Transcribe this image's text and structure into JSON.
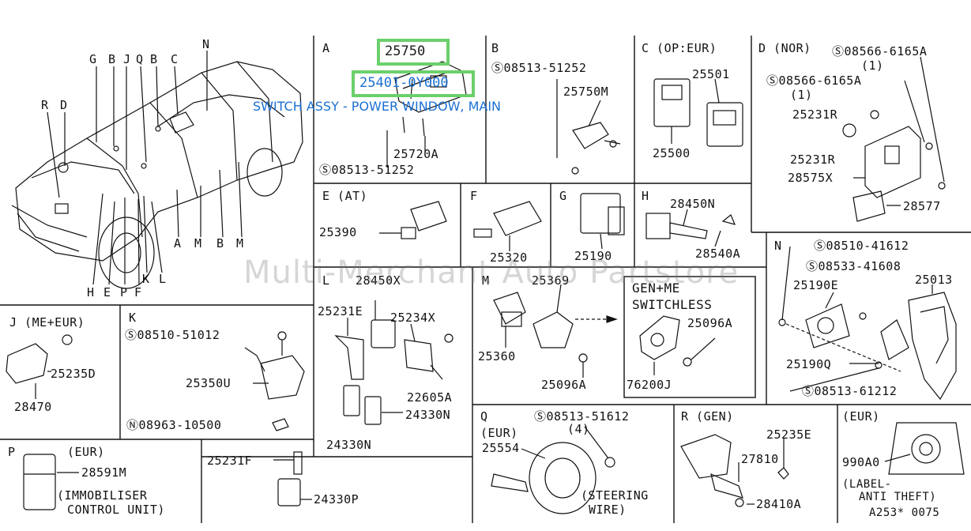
{
  "highlight": {
    "part1": "25750",
    "part2": "25401-0Y000",
    "callout": "SWITCH ASSY - POWER WINDOW, MAIN"
  },
  "watermark": "Multi-Merchant Auto Partstore",
  "vehicle_letters": [
    "G",
    "B",
    "J",
    "Q",
    "B",
    "C",
    "N",
    "R",
    "D",
    "H",
    "E",
    "P",
    "F",
    "K",
    "L",
    "A",
    "M",
    "B",
    "M"
  ],
  "sections": {
    "A": {
      "title": "A",
      "parts": [
        "25720A",
        "08513-51252"
      ]
    },
    "B": {
      "title": "B",
      "parts": [
        "08513-51252",
        "25750M"
      ]
    },
    "C": {
      "title": "C (OP:EUR)",
      "parts": [
        "25501",
        "25500"
      ]
    },
    "D": {
      "title": "D (NOR)",
      "parts": [
        "08566-6165A",
        "(1)",
        "08566-6165A",
        "(1)",
        "25231R",
        "25231R",
        "28575X",
        "28577"
      ]
    },
    "E": {
      "title": "E (AT)",
      "parts": [
        "25390"
      ]
    },
    "F": {
      "title": "F",
      "parts": [
        "25320"
      ]
    },
    "G": {
      "title": "G",
      "parts": [
        "25190"
      ]
    },
    "H": {
      "title": "H",
      "parts": [
        "28450N",
        "28540A"
      ]
    },
    "J": {
      "title": "J (ME+EUR)",
      "parts": [
        "25235D",
        "28470"
      ]
    },
    "K": {
      "title": "K",
      "parts": [
        "08510-51012",
        "25350U",
        "08963-10500"
      ]
    },
    "L": {
      "title": "L",
      "parts": [
        "28450X",
        "25231E",
        "25234X",
        "22605A",
        "24330N",
        "24330N"
      ]
    },
    "M": {
      "title": "M",
      "parts": [
        "25369",
        "25360",
        "25096A"
      ],
      "box_title1": "GEN+ME",
      "box_title2": "SWITCHLESS",
      "box_parts": [
        "25096A",
        "76200J"
      ]
    },
    "N": {
      "title": "N",
      "parts": [
        "08510-41612",
        "08533-41608",
        "25190E",
        "25013",
        "25190Q",
        "08513-61212"
      ]
    },
    "P": {
      "title": "P",
      "note": "(EUR)",
      "parts": [
        "28591M"
      ],
      "label1": "(IMMOBILISER",
      "label2": "CONTROL UNIT)"
    },
    "P2": {
      "parts": [
        "25231F",
        "24330P"
      ]
    },
    "Q": {
      "title": "Q",
      "note": "(EUR)",
      "parts": [
        "08513-51612",
        "(4)",
        "25554"
      ],
      "label1": "(STEERING",
      "label2": "WIRE)"
    },
    "R": {
      "title": "R (GEN)",
      "parts": [
        "25235E",
        "27810",
        "28410A"
      ]
    },
    "EUR": {
      "title": "(EUR)",
      "parts": [
        "990A0"
      ],
      "label1": "(LABEL-",
      "label2": "ANTI THEFT)",
      "code": "A253* 0075"
    }
  }
}
